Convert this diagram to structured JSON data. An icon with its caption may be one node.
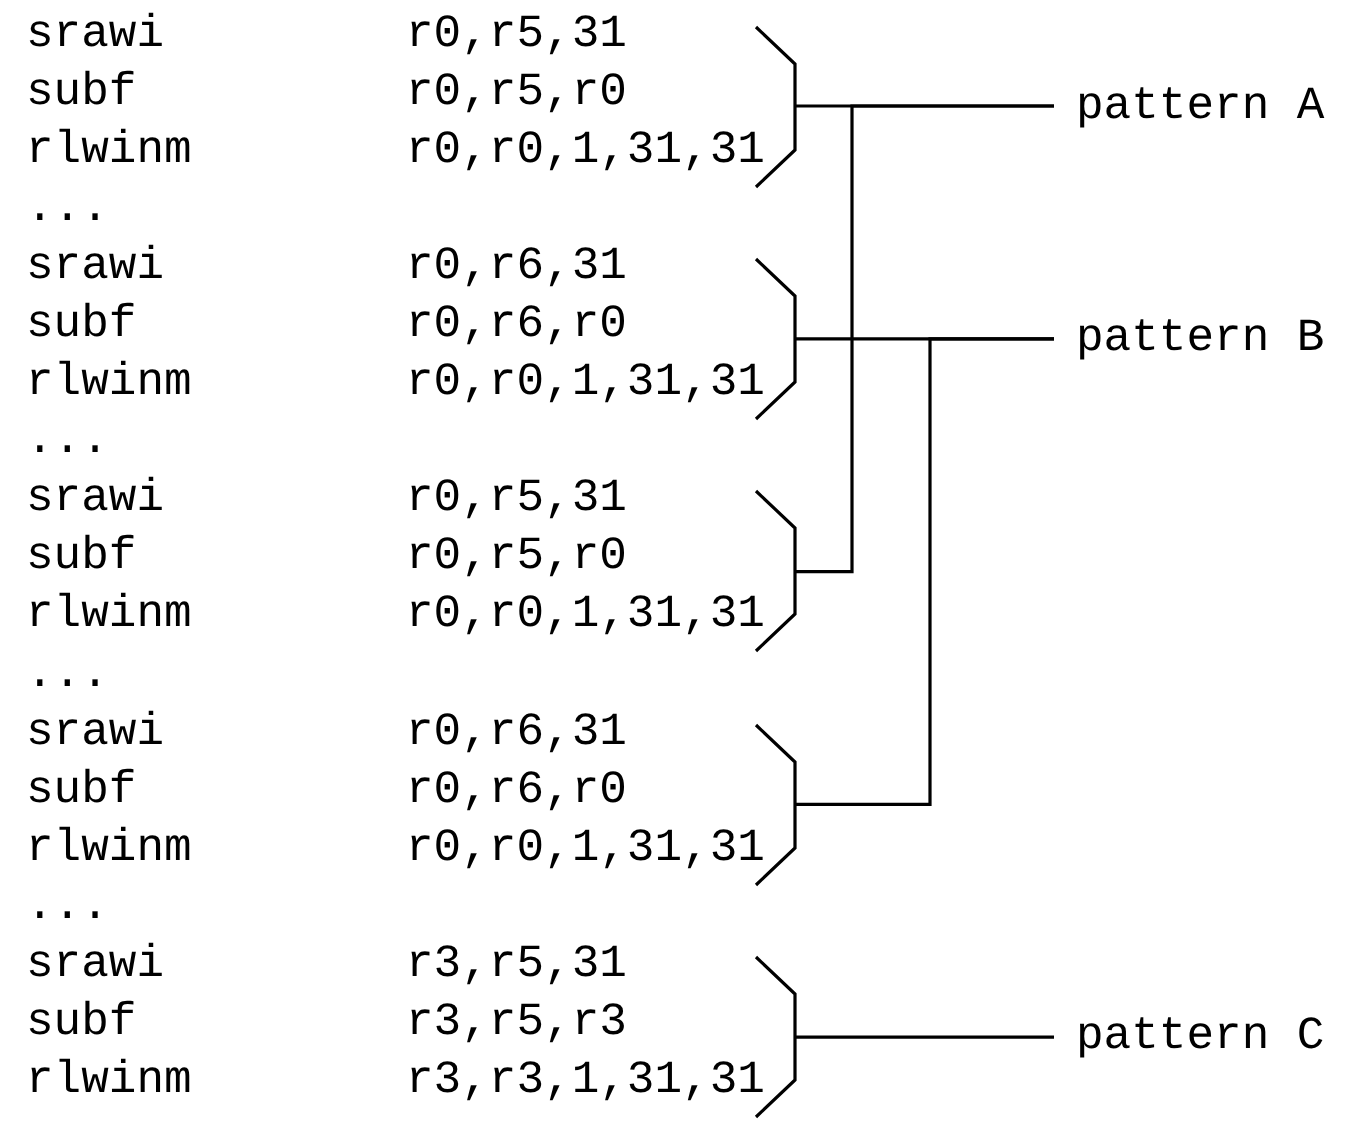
{
  "diagram": {
    "nodes": [
      {
        "text": [
          "srawi",
          "r0,r5,31",
          "subf",
          "r0,r5,r0",
          "rlwinm",
          "r0,r0,1,31,31"
        ]
      },
      {
        "text": [
          "srawi",
          "r0,r6,31",
          "subf",
          "r0,r6,r0",
          "rlwinm",
          "r0,r0,1,31,31"
        ]
      },
      {
        "text": [
          "srawi",
          "r0,r5,31",
          "subf",
          "r0,r5,r0",
          "rlwinm",
          "r0,r0,1,31,31"
        ]
      },
      {
        "text": [
          "srawi",
          "r0,r6,31",
          "subf",
          "r0,r6,r0",
          "rlwinm",
          "r0,r0,1,31,31"
        ]
      },
      {
        "text": [
          "srawi",
          "r3,r5,31",
          "subf",
          "r3,r5,r3",
          "rlwinm",
          "r3,r3,1,31,31"
        ]
      },
      {
        "text": [
          "pattern A"
        ]
      },
      {
        "text": [
          "pattern B"
        ]
      },
      {
        "text": [
          "pattern C"
        ]
      }
    ],
    "edges": [
      {
        "from": 0,
        "to": 5,
        "arrow": "none"
      },
      {
        "from": 2,
        "to": 5,
        "arrow": "none"
      },
      {
        "from": 1,
        "to": 6,
        "arrow": "none"
      },
      {
        "from": 3,
        "to": 6,
        "arrow": "none"
      },
      {
        "from": 4,
        "to": 7,
        "arrow": "none"
      }
    ],
    "labels": [
      "...",
      "...",
      "...",
      "..."
    ]
  }
}
